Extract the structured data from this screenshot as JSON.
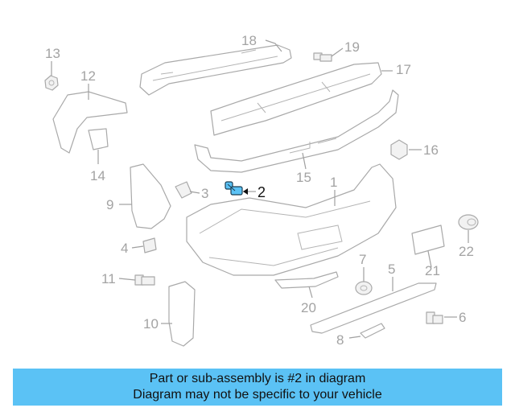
{
  "diagram": {
    "callouts": [
      {
        "id": "1",
        "label": "1"
      },
      {
        "id": "2",
        "label": "2",
        "highlighted": true
      },
      {
        "id": "3",
        "label": "3"
      },
      {
        "id": "4",
        "label": "4"
      },
      {
        "id": "5",
        "label": "5"
      },
      {
        "id": "6",
        "label": "6"
      },
      {
        "id": "7",
        "label": "7"
      },
      {
        "id": "8",
        "label": "8"
      },
      {
        "id": "9",
        "label": "9"
      },
      {
        "id": "10",
        "label": "10"
      },
      {
        "id": "11",
        "label": "11"
      },
      {
        "id": "12",
        "label": "12"
      },
      {
        "id": "13",
        "label": "13"
      },
      {
        "id": "14",
        "label": "14"
      },
      {
        "id": "15",
        "label": "15"
      },
      {
        "id": "16",
        "label": "16"
      },
      {
        "id": "17",
        "label": "17"
      },
      {
        "id": "18",
        "label": "18"
      },
      {
        "id": "19",
        "label": "19"
      },
      {
        "id": "20",
        "label": "20"
      },
      {
        "id": "21",
        "label": "21"
      },
      {
        "id": "22",
        "label": "22"
      }
    ],
    "colors": {
      "highlight_part": "#5bc2f5",
      "line_art": "#a9a9a9",
      "callout_text": "#a3a3a3"
    }
  },
  "banner": {
    "line1": "Part or sub-assembly is #2 in diagram",
    "line2": "Diagram may not be specific to your vehicle",
    "background": "#5bc2f5"
  }
}
